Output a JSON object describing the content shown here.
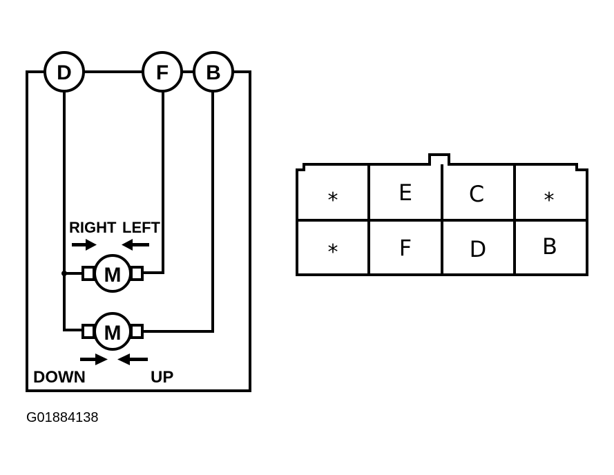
{
  "schematic": {
    "terminals": [
      "D",
      "F",
      "B"
    ],
    "motor_label": "M",
    "direction_labels": {
      "right": "RIGHT",
      "left": "LEFT",
      "down": "DOWN",
      "up": "UP"
    }
  },
  "connector": {
    "top_row": [
      "*",
      "E",
      "C",
      "*"
    ],
    "bottom_row": [
      "*",
      "F",
      "D",
      "B"
    ]
  },
  "figure_id": "G01884138",
  "colors": {
    "ink": "#000000",
    "paper": "#ffffff"
  }
}
